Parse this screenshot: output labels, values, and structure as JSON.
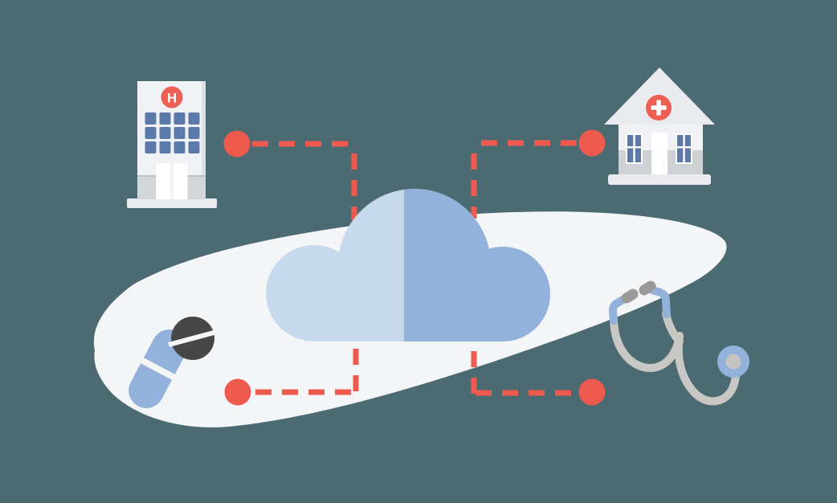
{
  "scene": {
    "title": "Healthcare cloud connectivity illustration",
    "hospital": {
      "badge_letter": "H",
      "windows_cols": 4,
      "windows_rows": 3
    },
    "clinic": {
      "badge_symbol": "+"
    },
    "cloud": {
      "halves": [
        "light-left",
        "dark-right"
      ]
    },
    "pills": [
      "capsule",
      "round-tablet"
    ],
    "devices": [
      "stethoscope"
    ],
    "connector_dots": 4,
    "connector_lines": 4
  },
  "colors": {
    "background": "#4c6a71",
    "platform": "#f4f5f7",
    "cloud_light": "#c7d9ed",
    "cloud_dark": "#92b2db",
    "accent_red": "#ef5a4e",
    "badge_red": "#ee5f55",
    "window_blue": "#5b7aa9",
    "building_body": "#eff1f4",
    "building_edge": "#dde0e4",
    "building_shade": "#d3d6d9",
    "shade_border": "#bcc2c9",
    "roof_gray": "#e9ebee",
    "house_lower": "#ced1d5",
    "plinth": "#e9ebee",
    "white": "#ffffff",
    "tablet_dark": "#474747",
    "tube_gray": "#c9c7c3",
    "eartip_gray": "#9a9a98",
    "chest_inner": "#c6c5c2"
  }
}
